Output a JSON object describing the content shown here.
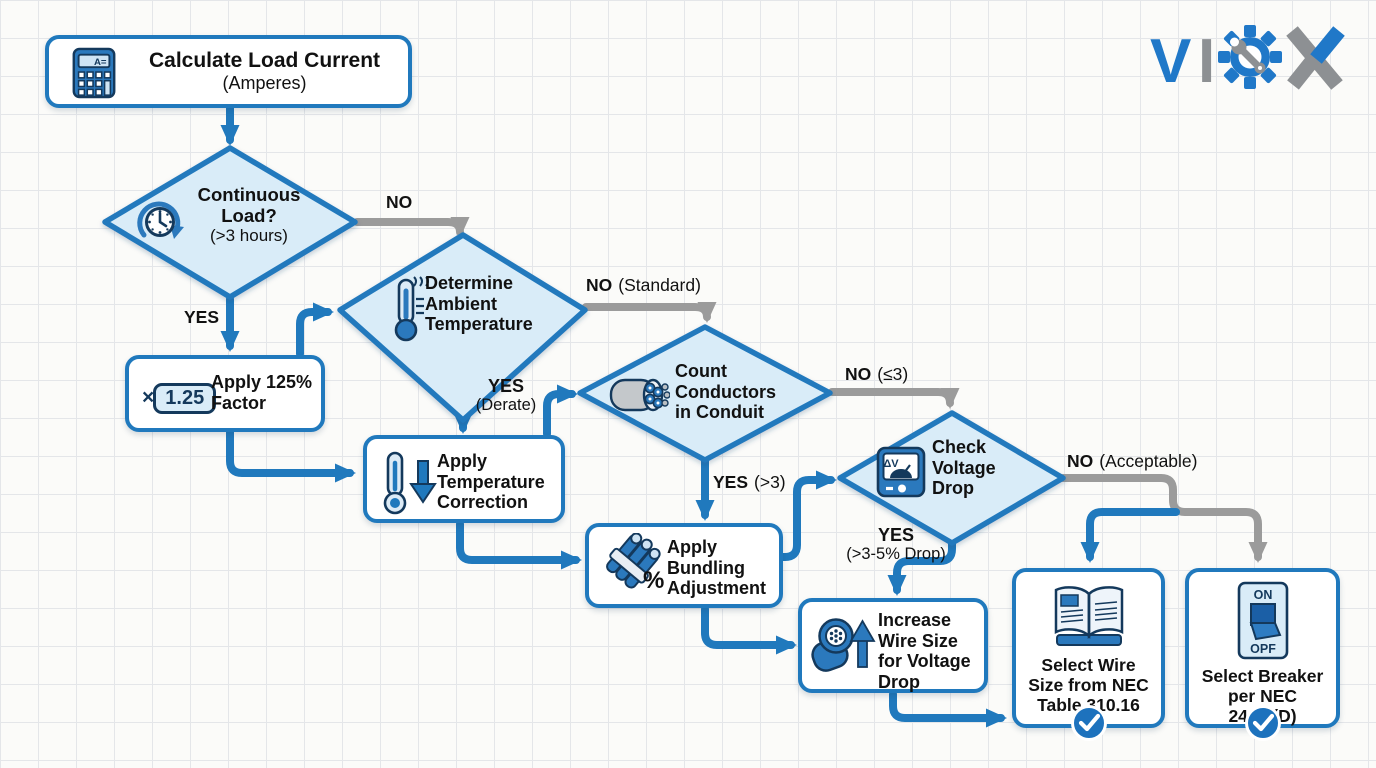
{
  "colors": {
    "primary_blue": "#2079bd",
    "diamond_fill": "#d9ecf8",
    "connector_gray": "#9b9b9b",
    "icon_navy": "#14395c",
    "icon_blue": "#2b79bd",
    "icon_light": "#cfe4f4",
    "text": "#111111",
    "logo_gray": "#8d9093"
  },
  "logo": {
    "letters": [
      "V",
      "I",
      "X"
    ]
  },
  "nodes": {
    "calculate_load": {
      "title": "Calculate Load Current",
      "subtitle": "(Amperes)",
      "calc_display": "A="
    },
    "continuous_load": {
      "title": "Continuous\nLoad?",
      "subtitle": "(>3 hours)"
    },
    "apply_factor": {
      "title": "Apply 125%\nFactor",
      "multiplier_sign": "×",
      "multiplier_value": "1.25"
    },
    "ambient_temp": {
      "title": "Determine\nAmbient\nTemperature"
    },
    "temp_correction": {
      "title": "Apply\nTemperature\nCorrection"
    },
    "count_conductors": {
      "title": "Count\nConductors\nin Conduit"
    },
    "bundling": {
      "title": "Apply\nBundling\nAdjustment",
      "percent": "%"
    },
    "voltage_drop": {
      "title": "Check\nVoltage\nDrop",
      "meter_label": "ΔV"
    },
    "increase_wire": {
      "title": "Increase\nWire Size\nfor Voltage\nDrop"
    },
    "select_wire": {
      "title": "Select Wire\nSize from NEC\nTable 310.16"
    },
    "select_breaker": {
      "title": "Select Breaker\nper NEC\n240.4(D)",
      "switch_on": "ON",
      "switch_off": "OPF"
    }
  },
  "edges": {
    "no_continuous": {
      "label": "NO",
      "qualifier": ""
    },
    "yes_continuous": {
      "label": "YES",
      "qualifier": ""
    },
    "no_standard": {
      "label": "NO",
      "qualifier": "(Standard)"
    },
    "yes_derate": {
      "label": "YES",
      "qualifier": "(Derate)"
    },
    "no_three_or_less": {
      "label": "NO",
      "qualifier": "(≤3)"
    },
    "yes_more_than_three": {
      "label": "YES",
      "qualifier": "(>3)"
    },
    "no_acceptable": {
      "label": "NO",
      "qualifier": "(Acceptable)"
    },
    "yes_voltage_drop": {
      "label": "YES",
      "qualifier": "(>3-5% Drop)"
    }
  }
}
